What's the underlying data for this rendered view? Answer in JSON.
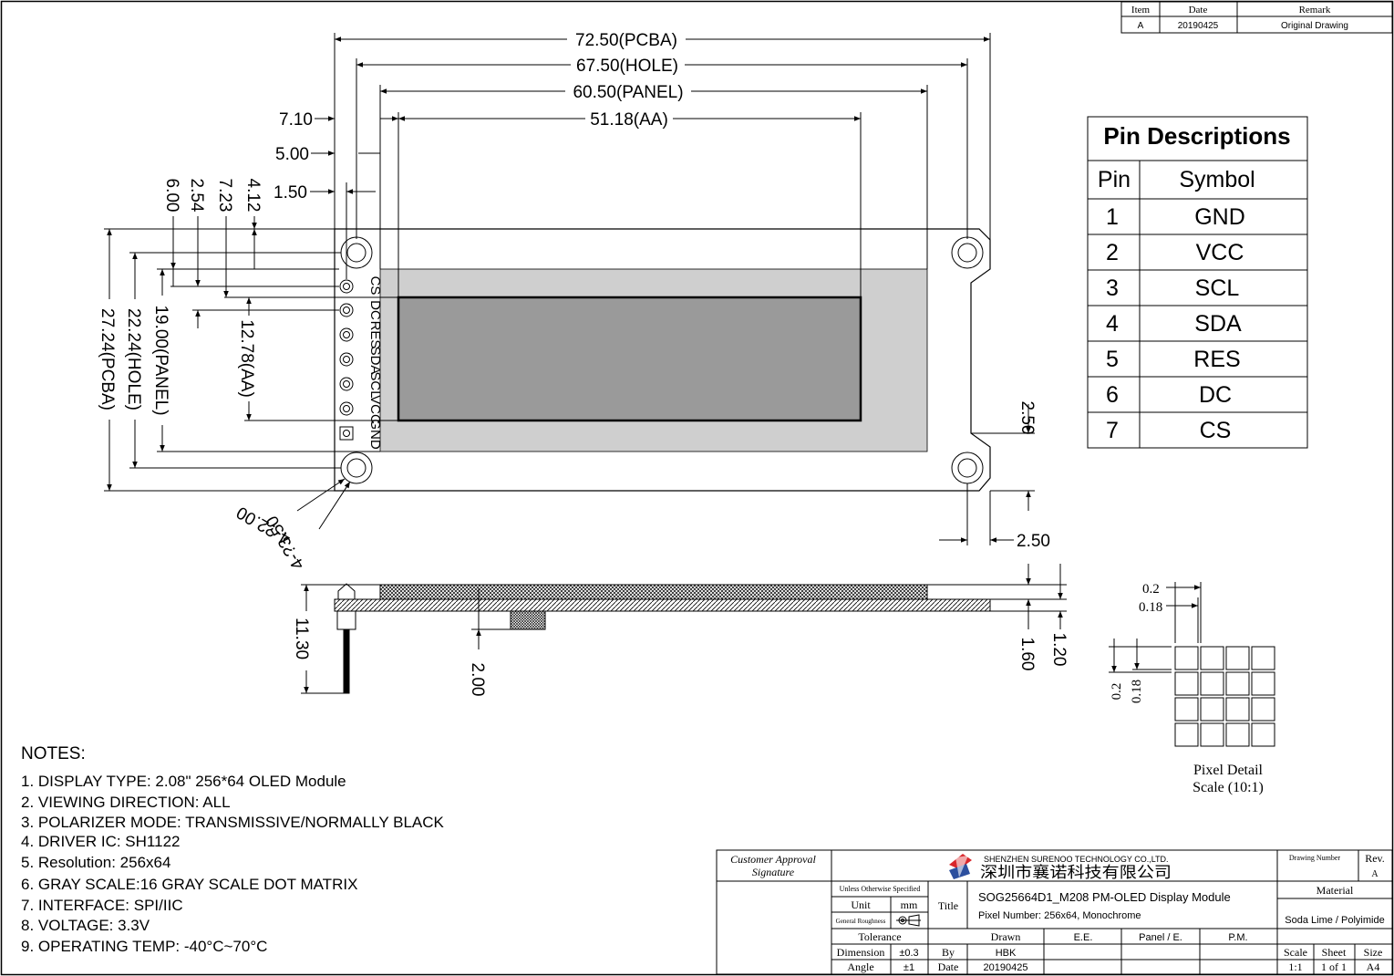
{
  "revision_table": {
    "headers": [
      "Item",
      "Date",
      "Remark"
    ],
    "row": [
      "A",
      "20190425",
      "Original Drawing"
    ]
  },
  "dimensions": {
    "pcba_width": "72.50(PCBA)",
    "hole_width": "67.50(HOLE)",
    "panel_width": "60.50(PANEL)",
    "aa_width": "51.18(AA)",
    "d_7_10": "7.10",
    "d_5_00": "5.00",
    "d_1_50": "1.50",
    "d_6_00": "6.00",
    "d_2_54": "2.54",
    "d_7_23": "7.23",
    "d_4_12": "4.12",
    "pcba_height": "27.24(PCBA)",
    "hole_height": "22.24(HOLE)",
    "panel_height": "19.00(PANEL)",
    "aa_height": "12.78(AA)",
    "d_2_50_v": "2.50",
    "d_2_50_h": "2.50",
    "hole_dia_small": "4-?2.00",
    "hole_dia_large": "4-?3.50",
    "side_11_30": "11.30",
    "side_2_00": "2.00",
    "side_1_60": "1.60",
    "side_1_20": "1.20"
  },
  "pin_labels": [
    "CS",
    "DC",
    "RES",
    "SDA",
    "SCL",
    "VCC",
    "GND"
  ],
  "pin_table": {
    "title": "Pin Descriptions",
    "headers": [
      "Pin",
      "Symbol"
    ],
    "rows": [
      [
        "1",
        "GND"
      ],
      [
        "2",
        "VCC"
      ],
      [
        "3",
        "SCL"
      ],
      [
        "4",
        "SDA"
      ],
      [
        "5",
        "RES"
      ],
      [
        "6",
        "DC"
      ],
      [
        "7",
        "CS"
      ]
    ]
  },
  "pixel_detail": {
    "pitch": "0.2",
    "size": "0.18",
    "pitch_v": "0.2",
    "size_v": "0.18",
    "caption": "Pixel Detail",
    "scale": "Scale (10:1)"
  },
  "notes": {
    "heading": "NOTES:",
    "items": [
      "1. DISPLAY TYPE: 2.08\" 256*64 OLED Module",
      "2. VIEWING DIRECTION: ALL",
      "3. POLARIZER MODE: TRANSMISSIVE/NORMALLY BLACK",
      "4. DRIVER IC: SH1122",
      "5. Resolution: 256x64",
      "6. GRAY SCALE:16 GRAY SCALE DOT MATRIX",
      "7. INTERFACE: SPI/IIC",
      "8. VOLTAGE: 3.3V",
      "9. OPERATING TEMP: -40°C~70°C"
    ]
  },
  "title_block": {
    "approval_1": "Customer Approval",
    "approval_2": "Signature",
    "company_en": "SHENZHEN SURENOO TECHNOLOGY CO.,LTD.",
    "company_cn": "深圳市襄诺科技有限公司",
    "drawing_number_label": "Drawing Number",
    "rev_label": "Rev.",
    "rev_value": "A",
    "unless": "Unless Otherwise Specified",
    "unit_label": "Unit",
    "unit_value": "mm",
    "roughness_label": "General Roughness",
    "tolerance_label": "Tolerance",
    "dimension_label": "Dimension",
    "dimension_value": "±0.3",
    "angle_label": "Angle",
    "angle_value": "±1",
    "title_label": "Title",
    "title_main": "SOG25664D1_M208 PM-OLED Display Module",
    "title_sub": "Pixel Number: 256x64, Monochrome",
    "material_label": "Material",
    "material_value": "Soda Lime / Polyimide",
    "drawn_label": "Drawn",
    "ee_label": "E.E.",
    "panel_e_label": "Panel / E.",
    "pm_label": "P.M.",
    "by_label": "By",
    "by_value": "HBK",
    "date_label": "Date",
    "date_value": "20190425",
    "scale_label": "Scale",
    "scale_value": "1:1",
    "sheet_label": "Sheet",
    "sheet_value": "1 of 1",
    "size_label": "Size",
    "size_value": "A4"
  },
  "colors": {
    "panel_fill": "#cfcfcf",
    "aa_fill": "#9a9a9a",
    "logo_red": "#d9262b",
    "logo_blue": "#2c4f9e"
  }
}
